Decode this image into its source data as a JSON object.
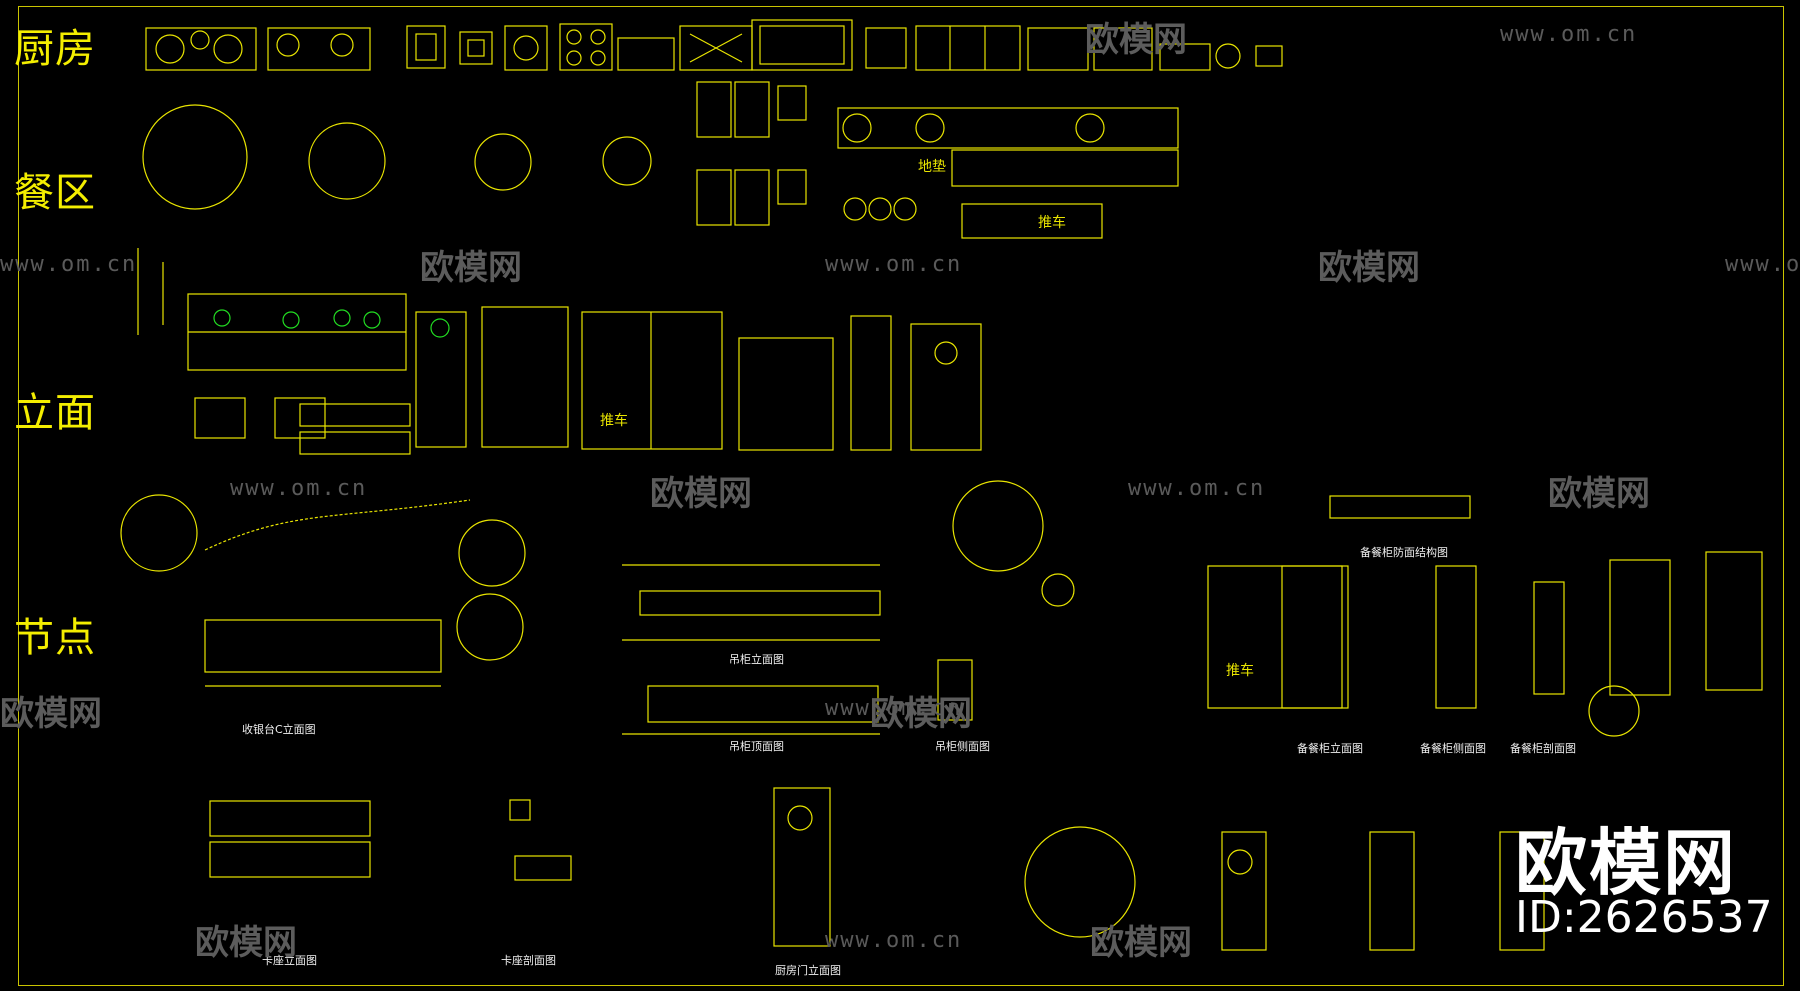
{
  "sections": {
    "kitchen": "厨房",
    "dining": "餐区",
    "elevation": "立面",
    "detail": "节点"
  },
  "watermark": {
    "url": "www.om.cn",
    "logo": "欧模网"
  },
  "brand": {
    "name": "欧模网",
    "id_text": "ID:2626537"
  },
  "drawing_labels": {
    "floor_mat": "地垫",
    "push_car": "推车",
    "push_car_2": "推车",
    "push_car_3": "推车"
  },
  "captions": {
    "cashier": "收银台C立面图",
    "hanging_cab_elev": "吊柜立面图",
    "hanging_cab_top": "吊柜顶面图",
    "hanging_cab_side": "吊柜侧面图",
    "sideboard_struct": "备餐柜防面结构图",
    "sideboard_elev": "备餐柜立面图",
    "sideboard_side": "备餐柜侧面图",
    "sideboard_section": "备餐柜剖面图",
    "booth_elev": "卡座立面图",
    "booth_section": "卡座剖面图",
    "kitchen_door": "厨房门立面图"
  },
  "colors": {
    "line": "#e8e400",
    "accent_green": "#22dd22",
    "background": "#000000",
    "watermark": "#5a5a5a"
  }
}
